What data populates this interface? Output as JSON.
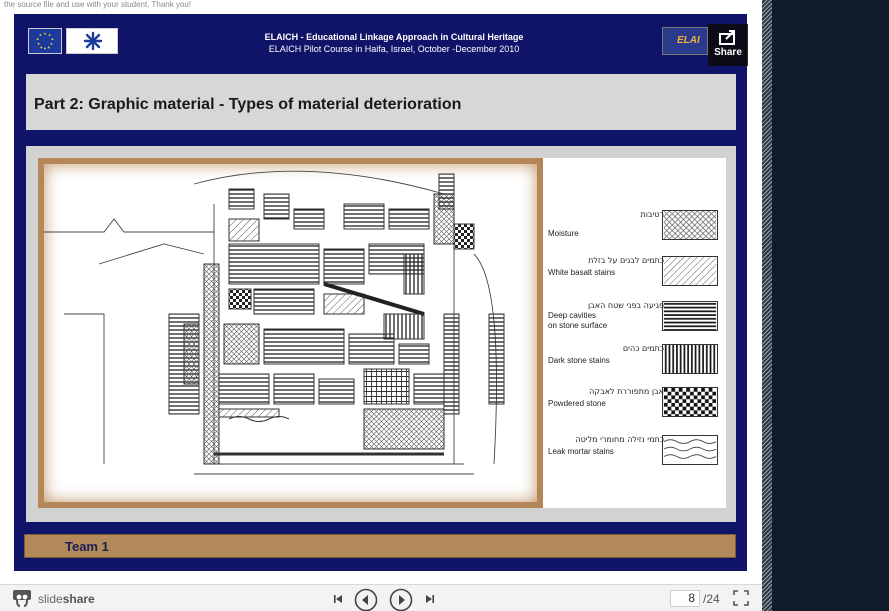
{
  "top_snippet": "the source file and use with your student. Thank you!",
  "slide": {
    "header_title": "ELAICH - Educational Linkage Approach in Cultural Heritage",
    "header_subtitle": "ELAICH Pilot  Course in Haifa, Israel, October -December 2010",
    "eu_logo_label": "EU",
    "elaich_logo_text": "ELAI",
    "share_label": "Share",
    "title": "Part 2: Graphic material - Types of material deterioration",
    "team": "Team 1",
    "legend": [
      {
        "he": "רטיבות",
        "en": "Moisture",
        "pattern": "crosshatch-diagonal"
      },
      {
        "he": "כתמים לבנים על בזלת",
        "en": "White basalt stains",
        "pattern": "diagonal-lines"
      },
      {
        "he": "פגיעה בפני שטח האבן",
        "en": "Deep cavities\non stone surface",
        "pattern": "horizontal-lines"
      },
      {
        "he": "כתמים כהים",
        "en": "Dark stone stains",
        "pattern": "vertical-lines"
      },
      {
        "he": "אבן מתפוררת לאבקה",
        "en": "Powdered stone",
        "pattern": "checkerboard"
      },
      {
        "he": "כתמי נזילה מחומרי מליטה",
        "en": "Leak mortar stains",
        "pattern": "waves"
      }
    ]
  },
  "player": {
    "brand_light": "slide",
    "brand_bold": "share",
    "current_page": "8",
    "total_pages": "/24",
    "icons": [
      "slideshare-logo-icon",
      "first-page-icon",
      "previous-icon",
      "next-icon",
      "last-page-icon",
      "fullscreen-icon"
    ]
  },
  "colors": {
    "slide_bg": "#101468",
    "title_bar": "#d7d7d7",
    "team_bar": "#b3895a",
    "frame": "#b58657",
    "right_panel": "#0d1b2b"
  }
}
